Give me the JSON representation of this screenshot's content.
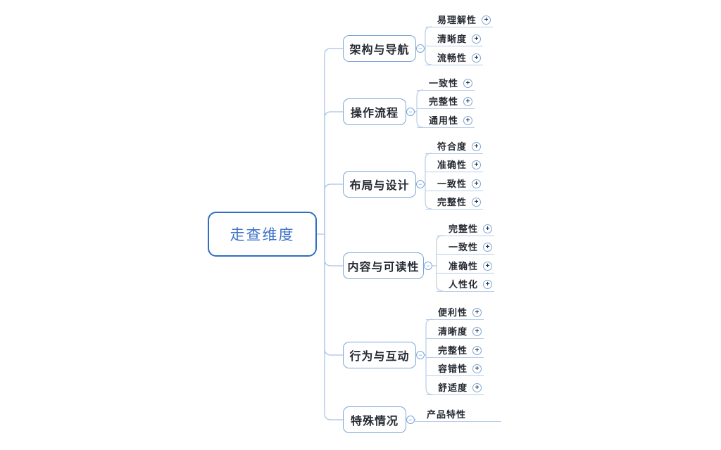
{
  "root": {
    "label": "走查维度"
  },
  "branches": [
    {
      "label": "架构与导航",
      "children": [
        {
          "label": "易理解性",
          "expandable": true
        },
        {
          "label": "清晰度",
          "expandable": true
        },
        {
          "label": "流畅性",
          "expandable": true
        }
      ]
    },
    {
      "label": "操作流程",
      "children": [
        {
          "label": "一致性",
          "expandable": true
        },
        {
          "label": "完整性",
          "expandable": true
        },
        {
          "label": "通用性",
          "expandable": true
        }
      ]
    },
    {
      "label": "布局与设计",
      "children": [
        {
          "label": "符合度",
          "expandable": true
        },
        {
          "label": "准确性",
          "expandable": true
        },
        {
          "label": "一致性",
          "expandable": true
        },
        {
          "label": "完整性",
          "expandable": true
        }
      ]
    },
    {
      "label": "内容与可读性",
      "children": [
        {
          "label": "完整性",
          "expandable": true
        },
        {
          "label": "一致性",
          "expandable": true
        },
        {
          "label": "准确性",
          "expandable": true
        },
        {
          "label": "人性化",
          "expandable": true
        }
      ]
    },
    {
      "label": "行为与互动",
      "children": [
        {
          "label": "便利性",
          "expandable": true
        },
        {
          "label": "清晰度",
          "expandable": true
        },
        {
          "label": "完整性",
          "expandable": true
        },
        {
          "label": "容错性",
          "expandable": true
        },
        {
          "label": "舒适度",
          "expandable": true
        }
      ]
    },
    {
      "label": "特殊情况",
      "children": [
        {
          "label": "产品特性",
          "expandable": false
        }
      ]
    }
  ],
  "icons": {
    "expand": "+",
    "collapse": "−"
  },
  "colors": {
    "accent": "#2e6ec5",
    "root_text": "#3e72c7",
    "branch_border": "#7ba6d9",
    "line": "#a6c1e2",
    "child_line": "#b7cde7",
    "text_dark": "#252a33",
    "plus_glyph": "#2a3142",
    "minus_glyph": "#5b8fd4"
  }
}
